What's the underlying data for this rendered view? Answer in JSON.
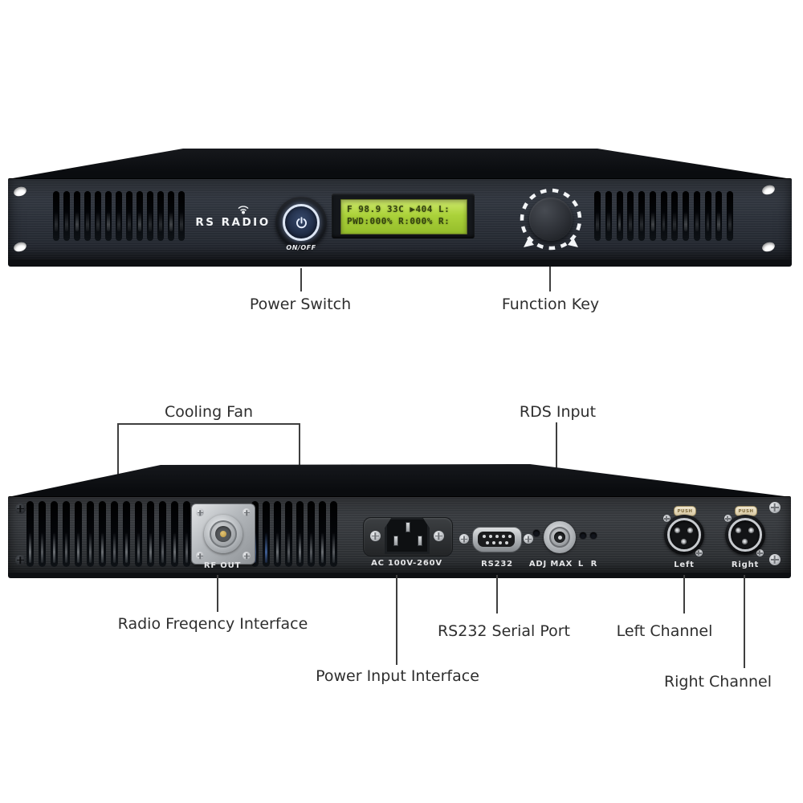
{
  "front": {
    "brand": "RS RADIO",
    "power_label": "ON/OFF",
    "lcd_line1": "F 98.9 33C ▶404 L:",
    "lcd_line2": "PWD:000% R:000% R:",
    "callouts": {
      "power_switch": "Power Switch",
      "function_key": "Function Key"
    }
  },
  "rear": {
    "rf_out": "RF OUT",
    "ac": "AC 100V-260V",
    "rs232": "RS232",
    "adj_max": "ADJ MAX",
    "lr": "L  R",
    "xlr_left": "Left",
    "xlr_right": "Right",
    "push": "PUSH",
    "callouts": {
      "cooling_fan": "Cooling Fan",
      "rds_input": "RDS Input",
      "rf_interface": "Radio Freqency Interface",
      "rs232_port": "RS232 Serial Port",
      "left_channel": "Left Channel",
      "power_input": "Power Input Interface",
      "right_channel": "Right Channel"
    }
  },
  "colors": {
    "lcd_green": "#aacd36",
    "lcd_text": "#33400f",
    "front_panel": "#2d323a",
    "rear_panel": "#35383c",
    "callout_line": "#3f3f3f",
    "label_text": "#2e2e2e"
  }
}
